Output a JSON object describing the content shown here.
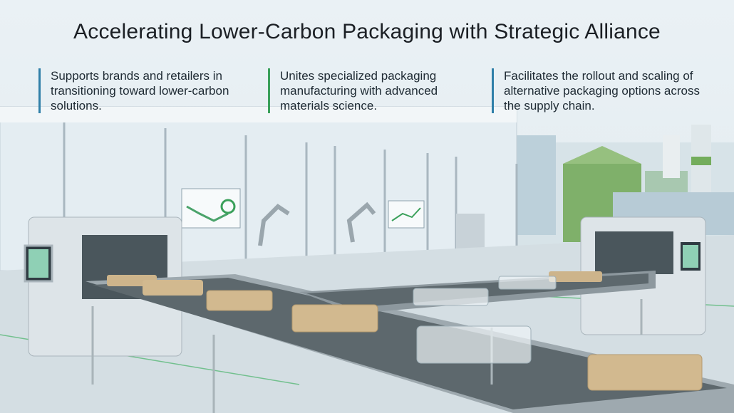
{
  "title": "Accelerating Lower-Carbon Packaging with Strategic Alliance",
  "points": [
    "Supports brands and retailers in transitioning toward lower-carbon solutions.",
    "Unites specialized packaging manufacturing with advanced materials science.",
    "Facilitates the rollout and scaling of alternative packaging options across the supply chain."
  ],
  "colors": {
    "accent_blue": "#2f7fa8",
    "accent_green": "#3aa05a",
    "pulp": "#cdb48b",
    "steel": "#b9c4cb"
  }
}
